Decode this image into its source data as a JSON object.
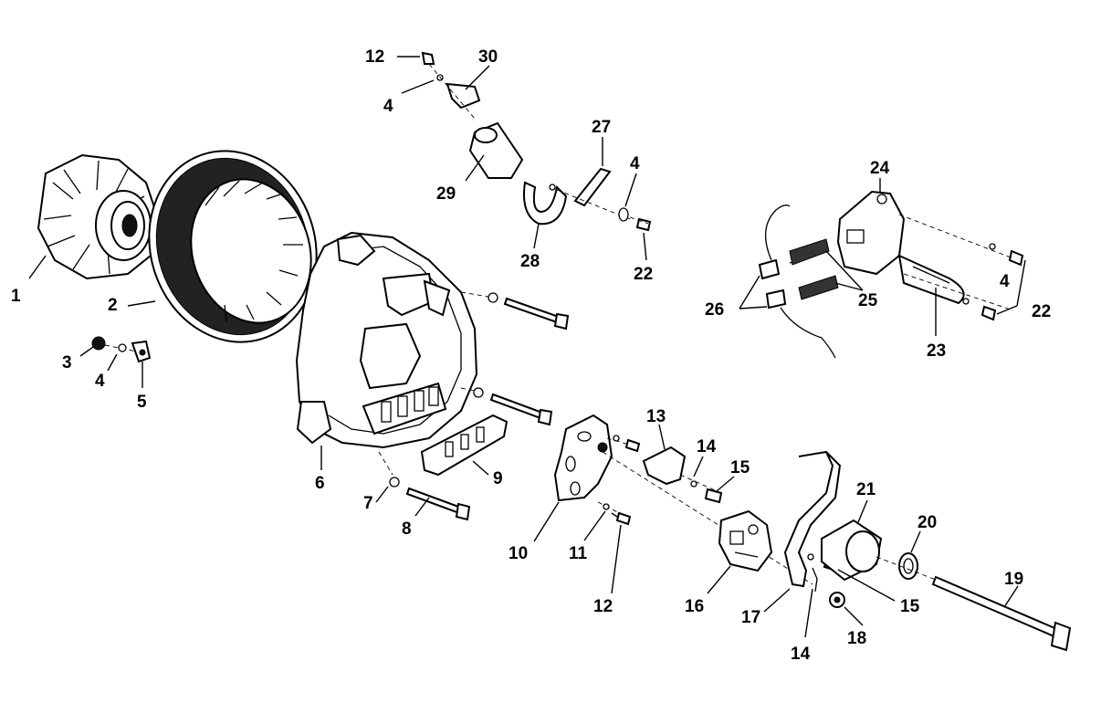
{
  "diagram": {
    "callouts": {
      "c1": "1",
      "c2": "2",
      "c3": "3",
      "c4a": "4",
      "c5": "5",
      "c6": "6",
      "c7": "7",
      "c8": "8",
      "c9": "9",
      "c10": "10",
      "c11": "11",
      "c12a": "12",
      "c12b": "12",
      "c4b": "4",
      "c30": "30",
      "c29": "29",
      "c28": "28",
      "c27": "27",
      "c4c": "4",
      "c22a": "22",
      "c13": "13",
      "c14a": "14",
      "c15a": "15",
      "c16": "16",
      "c17": "17",
      "c14b": "14",
      "c18": "18",
      "c15b": "15",
      "c19": "19",
      "c20": "20",
      "c21": "21",
      "c24": "24",
      "c25": "25",
      "c26": "26",
      "c4d": "4",
      "c22b": "22",
      "c23": "23"
    }
  }
}
